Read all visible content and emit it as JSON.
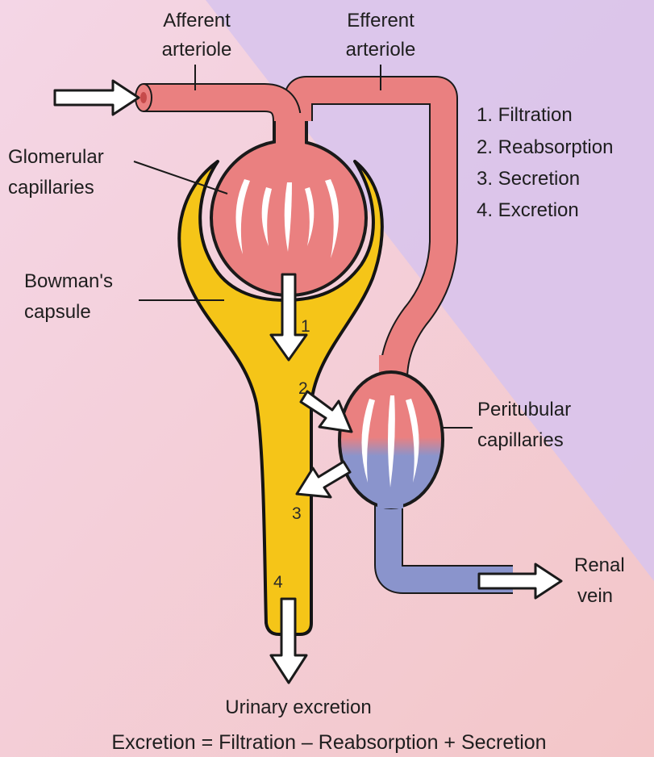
{
  "labels": {
    "afferent_1": "Afferent",
    "afferent_2": "arteriole",
    "efferent_1": "Efferent",
    "efferent_2": "arteriole",
    "glomerular_1": "Glomerular",
    "glomerular_2": "capillaries",
    "bowman_1": "Bowman's",
    "bowman_2": "capsule",
    "peritubular_1": "Peritubular",
    "peritubular_2": "capillaries",
    "renal_1": "Renal",
    "renal_2": "vein",
    "urinary": "Urinary excretion",
    "formula": "Excretion = Filtration – Reabsorption + Secretion"
  },
  "legend": [
    "1. Filtration",
    "2. Reabsorption",
    "3. Secretion",
    "4. Excretion"
  ],
  "step_numbers": [
    "1",
    "2",
    "3",
    "4"
  ],
  "colors": {
    "blood_oxygenated": "#ea8080",
    "blood_deoxygenated": "#8a94cc",
    "capsule_yellow": "#f5c518",
    "outline": "#141414",
    "background_pink": "#f7c9cb",
    "background_lavender": "#d9c2ea"
  }
}
